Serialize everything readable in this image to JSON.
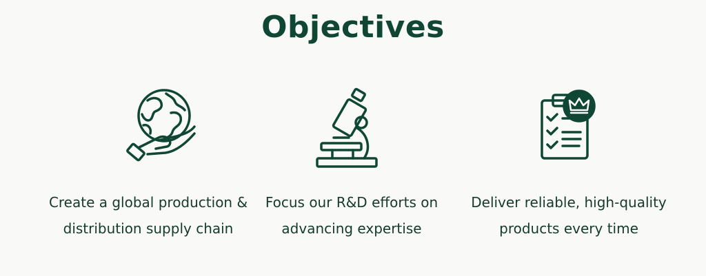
{
  "page": {
    "title": "Objectives"
  },
  "objectives": [
    {
      "icon": "globe-in-hand-icon",
      "text": "Create a global production & distribution supply chain"
    },
    {
      "icon": "microscope-icon",
      "text": "Focus our R&D efforts on advancing expertise"
    },
    {
      "icon": "quality-checklist-crown-icon",
      "text": "Deliver reliable, high-quality products every time"
    }
  ],
  "colors": {
    "background": "#f9f9f8",
    "title": "#0f4634",
    "icon_stroke": "#0f4634",
    "text": "#143a2c"
  }
}
